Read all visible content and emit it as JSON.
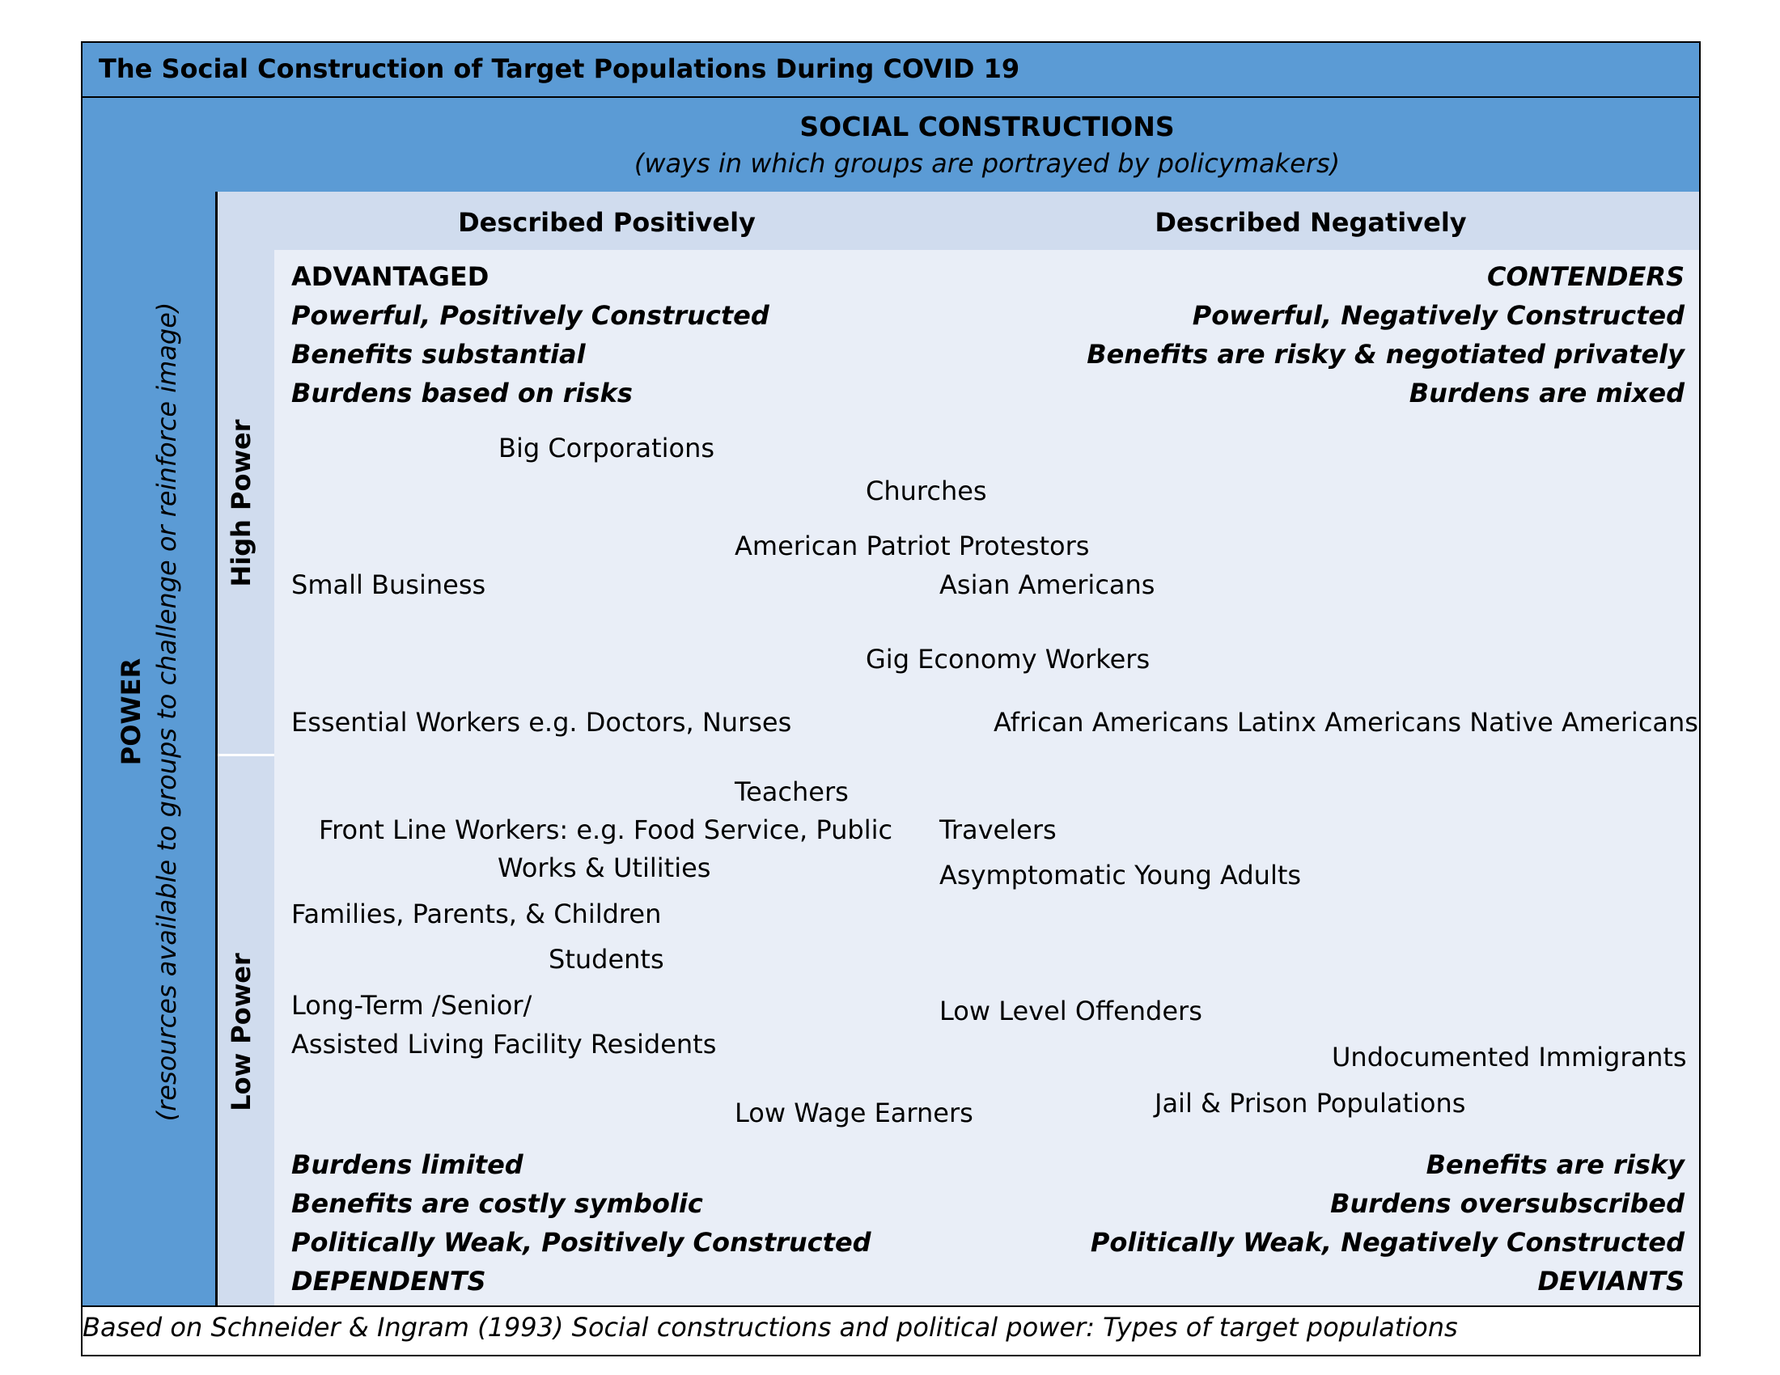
{
  "title": "The Social Construction of Target Populations During COVID 19",
  "social_constructions": {
    "title": "SOCIAL CONSTRUCTIONS",
    "subtitle": "(ways in which groups are portrayed by policymakers)"
  },
  "columns": {
    "positive": "Described Positively",
    "negative": "Described Negatively"
  },
  "power_axis": {
    "title": "POWER",
    "subtitle": "(resources available to groups to challenge or reinforce image)",
    "high": "High Power",
    "low": "Low Power"
  },
  "quadrants": {
    "advantaged": {
      "label": "ADVANTAGED",
      "lines": [
        "Powerful, Positively Constructed",
        "Benefits substantial",
        "Burdens based on risks"
      ]
    },
    "contenders": {
      "label": "CONTENDERS",
      "lines": [
        "Powerful, Negatively Constructed",
        "Benefits are risky & negotiated privately",
        "Burdens are mixed"
      ]
    },
    "dependents": {
      "lines": [
        "Burdens limited",
        "Benefits are costly symbolic",
        "Politically Weak, Positively Constructed"
      ],
      "label": "DEPENDENTS"
    },
    "deviants": {
      "lines": [
        "Benefits are risky",
        "Burdens oversubscribed",
        "Politically Weak, Negatively Constructed"
      ],
      "label": "DEVIANTS"
    }
  },
  "groups": [
    "Big Corporations",
    "Churches",
    "American Patriot Protestors",
    "Small Business",
    "Asian Americans",
    "Gig Economy Workers",
    "Essential Workers e.g. Doctors, Nurses",
    "African Americans Latinx Americans Native Americans",
    "Teachers",
    "Front Line Workers: e.g. Food Service, Public",
    "Works & Utilities",
    "Travelers",
    "Asymptomatic Young Adults",
    "Families, Parents, & Children",
    "Students",
    "Long-Term /Senior/",
    "Assisted Living Facility Residents",
    "Low Level Offenders",
    "Undocumented Immigrants",
    "Jail & Prison Populations",
    "Low Wage Earners"
  ],
  "footer": "Based on Schneider & Ingram (1993) Social constructions and political power: Types of target populations"
}
